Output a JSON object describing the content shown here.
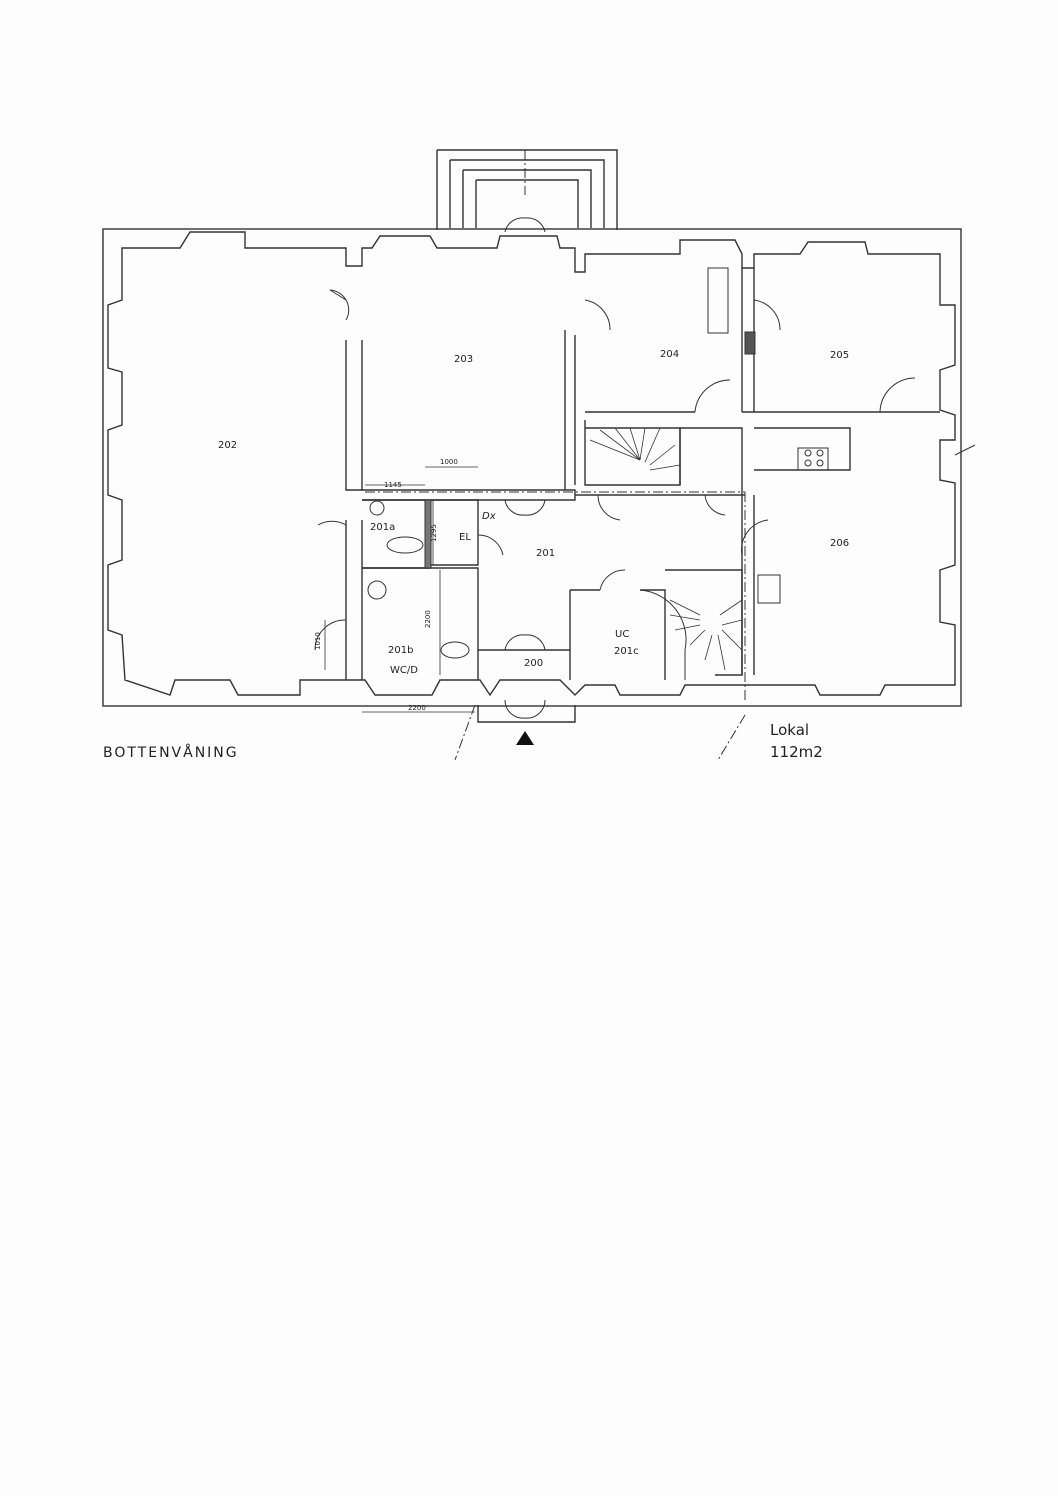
{
  "plan": {
    "floor_title": "BOTTENVÅNING",
    "area_name": "Lokal",
    "area_size": "112m2"
  },
  "rooms": {
    "r202": "202",
    "r203": "203",
    "r204": "204",
    "r205": "205",
    "r206": "206",
    "r201": "201",
    "r201a": "201a",
    "r201b": "201b",
    "r201b_sub": "WC/D",
    "r201c_top": "UC",
    "r201c": "201c",
    "r200": "200",
    "el": "EL",
    "dx": "Dx"
  },
  "dimensions": {
    "d1000": "1000",
    "d1145": "1145",
    "d1295": "1295",
    "d2200_v": "2200",
    "d1010": "1010",
    "d2200_h": "2200"
  },
  "icons": {
    "entrance": "triangle-up-icon"
  }
}
